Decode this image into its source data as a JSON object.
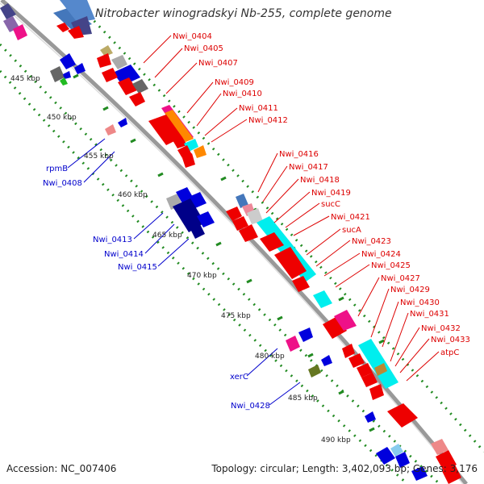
{
  "title": "Nitrobacter winogradskyi Nb-255, complete genome",
  "footer": {
    "accession": "Accession: NC_007406",
    "summary": "Topology: circular; Length: 3,402,093 bp; Genes: 3,176"
  },
  "colors": {
    "backbone": "#999999",
    "tick_dots": "#228b22",
    "label_top": "#dd0000",
    "label_bottom": "#0000cc",
    "red_gene": "#ee0000",
    "cyan_gene": "#00eeee",
    "blue_gene": "#0000dd",
    "navy_gene": "#000088",
    "magenta_gene": "#ee1188",
    "orange_gene": "#ff8800"
  },
  "kbp_ticks": [
    "445 kbp",
    "450 kbp",
    "455 kbp",
    "460 kbp",
    "465 kbp",
    "470 kbp",
    "475 kbp",
    "480 kbp",
    "485 kbp",
    "490 kbp"
  ],
  "top_labels": [
    "Nwi_0404",
    "Nwi_0405",
    "Nwi_0407",
    "Nwi_0409",
    "Nwi_0410",
    "Nwi_0411",
    "Nwi_0412",
    "Nwi_0416",
    "Nwi_0417",
    "Nwi_0418",
    "Nwi_0419",
    "sucC",
    "Nwi_0421",
    "sucA",
    "Nwi_0423",
    "Nwi_0424",
    "Nwi_0425",
    "Nwi_0427",
    "Nwi_0429",
    "Nwi_0430",
    "Nwi_0431",
    "Nwi_0432",
    "Nwi_0433",
    "atpC"
  ],
  "bottom_labels": [
    "rpmB",
    "Nwi_0408",
    "Nwi_0413",
    "Nwi_0414",
    "Nwi_0415",
    "xerC",
    "Nwi_0428"
  ]
}
